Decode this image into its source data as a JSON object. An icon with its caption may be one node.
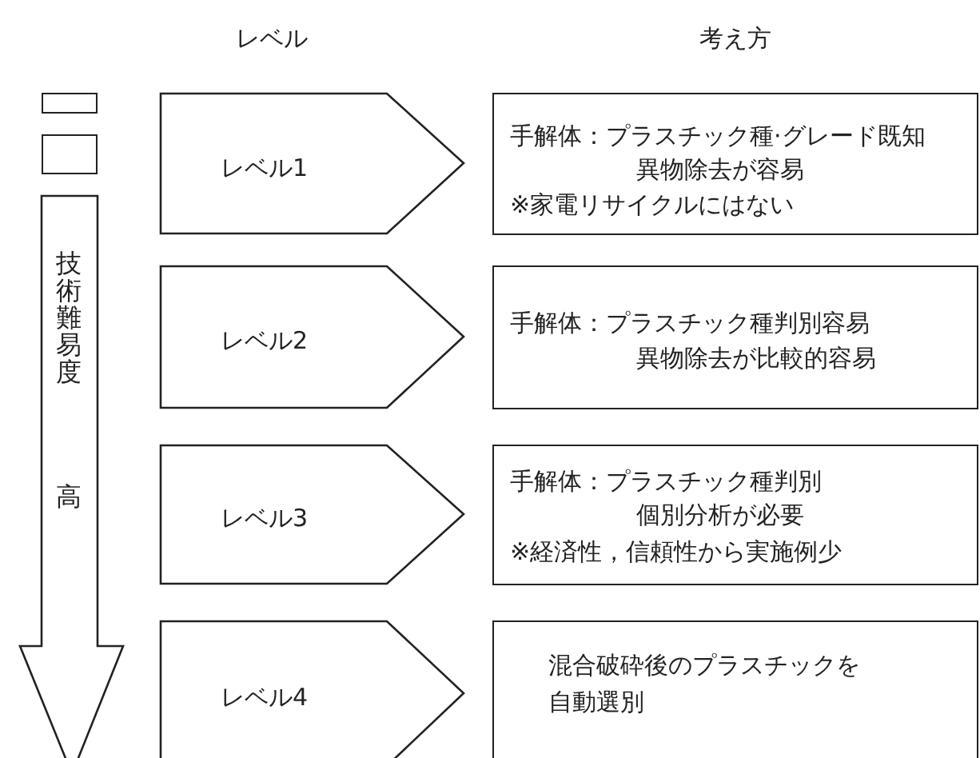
{
  "diagram": {
    "nodes": [
      {
        "text": [],
        "shape": "box"
      },
      {
        "text": [],
        "shape": "box"
      },
      {
        "text": [
          "技術難易度",
          "高"
        ]
      },
      {
        "text": [
          "レベル1"
        ]
      },
      {
        "text": [
          "手解体：プラスチック種·グレード既知",
          "異物除去が容易",
          "※家電リサイクルにはない"
        ]
      },
      {
        "text": [
          "レベル2"
        ]
      },
      {
        "text": [
          "手解体：プラスチック種判別容易",
          "異物除去が比較的容易"
        ]
      },
      {
        "text": [
          "レベル3"
        ]
      },
      {
        "text": [
          "手解体：プラスチック種判別",
          "個別分析が必要",
          "※経済性，信頼性から実施例少"
        ]
      },
      {
        "text": [
          "レベル4"
        ]
      },
      {
        "text": [
          "混合破砕後のプラスチックを自動選別"
        ]
      }
    ],
    "edges": [],
    "labels": [
      "レベル",
      "考え方"
    ]
  }
}
